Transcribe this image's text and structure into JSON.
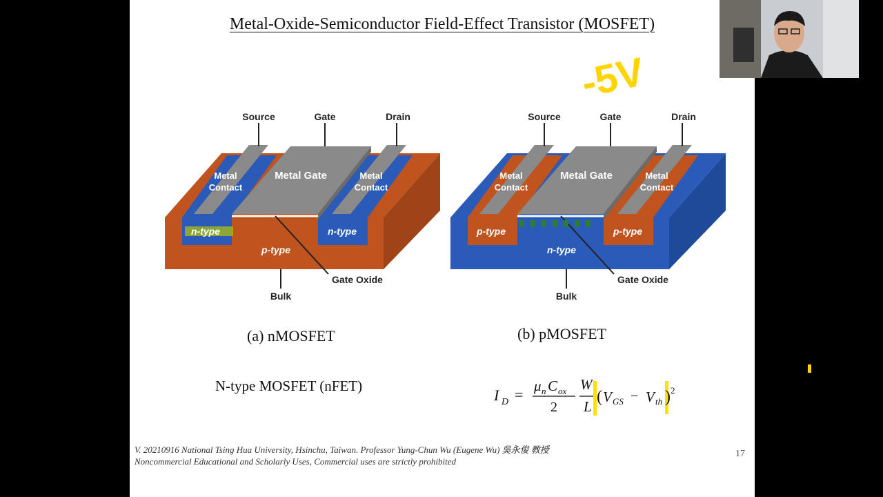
{
  "slide": {
    "title": "Metal-Oxide-Semiconductor Field-Effect Transistor (MOSFET)",
    "page_number": "17",
    "footer_line1": "V. 20210916 National Tsing Hua University, Hsinchu, Taiwan. Professor Yung-Chun Wu (Eugene Wu) 吳永俊 教授",
    "footer_line2": "Noncommercial Educational and Scholarly Uses, Commercial uses are strictly prohibited",
    "nfet_label": "N-type MOSFET (nFET)",
    "annotation": "-5V"
  },
  "diagram_labels": {
    "source": "Source",
    "gate": "Gate",
    "drain": "Drain",
    "metal_gate": "Metal Gate",
    "metal": "Metal",
    "contact": "Contact",
    "gate_oxide": "Gate Oxide",
    "bulk": "Bulk",
    "n_type": "n-type",
    "p_type": "p-type"
  },
  "captions": {
    "nmos": "(a) nMOSFET",
    "pmos": "(b) pMOSFET"
  },
  "equation": {
    "lhs": "I",
    "lhs_sub": "D",
    "equals": "=",
    "mu": "μ",
    "mu_sub": "n",
    "c": "C",
    "c_sub": "ox",
    "two": "2",
    "w": "W",
    "l": "L",
    "open": "(",
    "v1": "V",
    "v1_sub": "GS",
    "minus": "−",
    "v2": "V",
    "v2_sub": "th",
    "close": ")",
    "exp": "2"
  },
  "colors": {
    "orange": "#c0541e",
    "blue": "#2a5bb8",
    "gray": "#8a8a8a",
    "highlight": "#ffe100"
  }
}
